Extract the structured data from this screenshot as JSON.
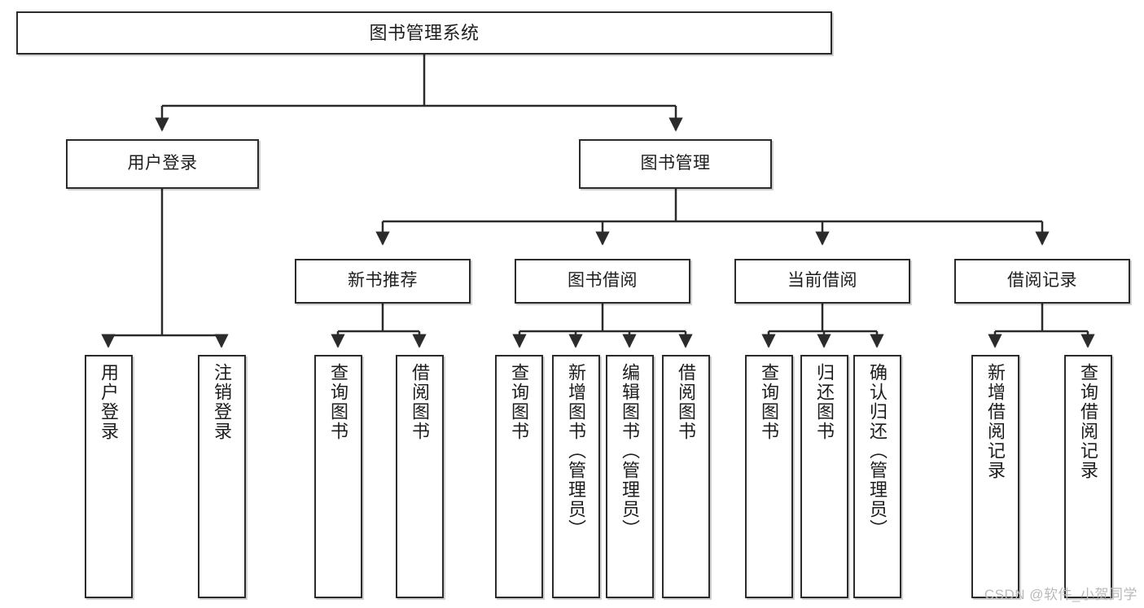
{
  "diagram": {
    "title": "图书管理系统",
    "type": "tree-hierarchy",
    "watermark": "CSDN @软件_小贺同学",
    "levels": {
      "root": {
        "label": "图书管理系统"
      },
      "level2": [
        {
          "label": "用户登录"
        },
        {
          "label": "图书管理"
        }
      ],
      "level3": [
        {
          "label": "新书推荐"
        },
        {
          "label": "图书借阅"
        },
        {
          "label": "当前借阅"
        },
        {
          "label": "借阅记录"
        }
      ],
      "leaves_user_login": [
        {
          "label": "用户登录"
        },
        {
          "label": "注销登录"
        }
      ],
      "leaves_new_book": [
        {
          "label": "查询图书"
        },
        {
          "label": "借阅图书"
        }
      ],
      "leaves_book_borrow": [
        {
          "label": "查询图书"
        },
        {
          "label": "新增图书（管理员）"
        },
        {
          "label": "编辑图书（管理员）"
        },
        {
          "label": "借阅图书"
        }
      ],
      "leaves_current_borrow": [
        {
          "label": "查询图书"
        },
        {
          "label": "归还图书"
        },
        {
          "label": "确认归还（管理员）"
        }
      ],
      "leaves_borrow_record": [
        {
          "label": "新增借阅记录"
        },
        {
          "label": "查询借阅记录"
        }
      ]
    },
    "colors": {
      "stroke": "#2b2b2b",
      "fill": "#ffffff",
      "text": "#1d1d1d",
      "watermark": "#b9b9b9"
    }
  }
}
